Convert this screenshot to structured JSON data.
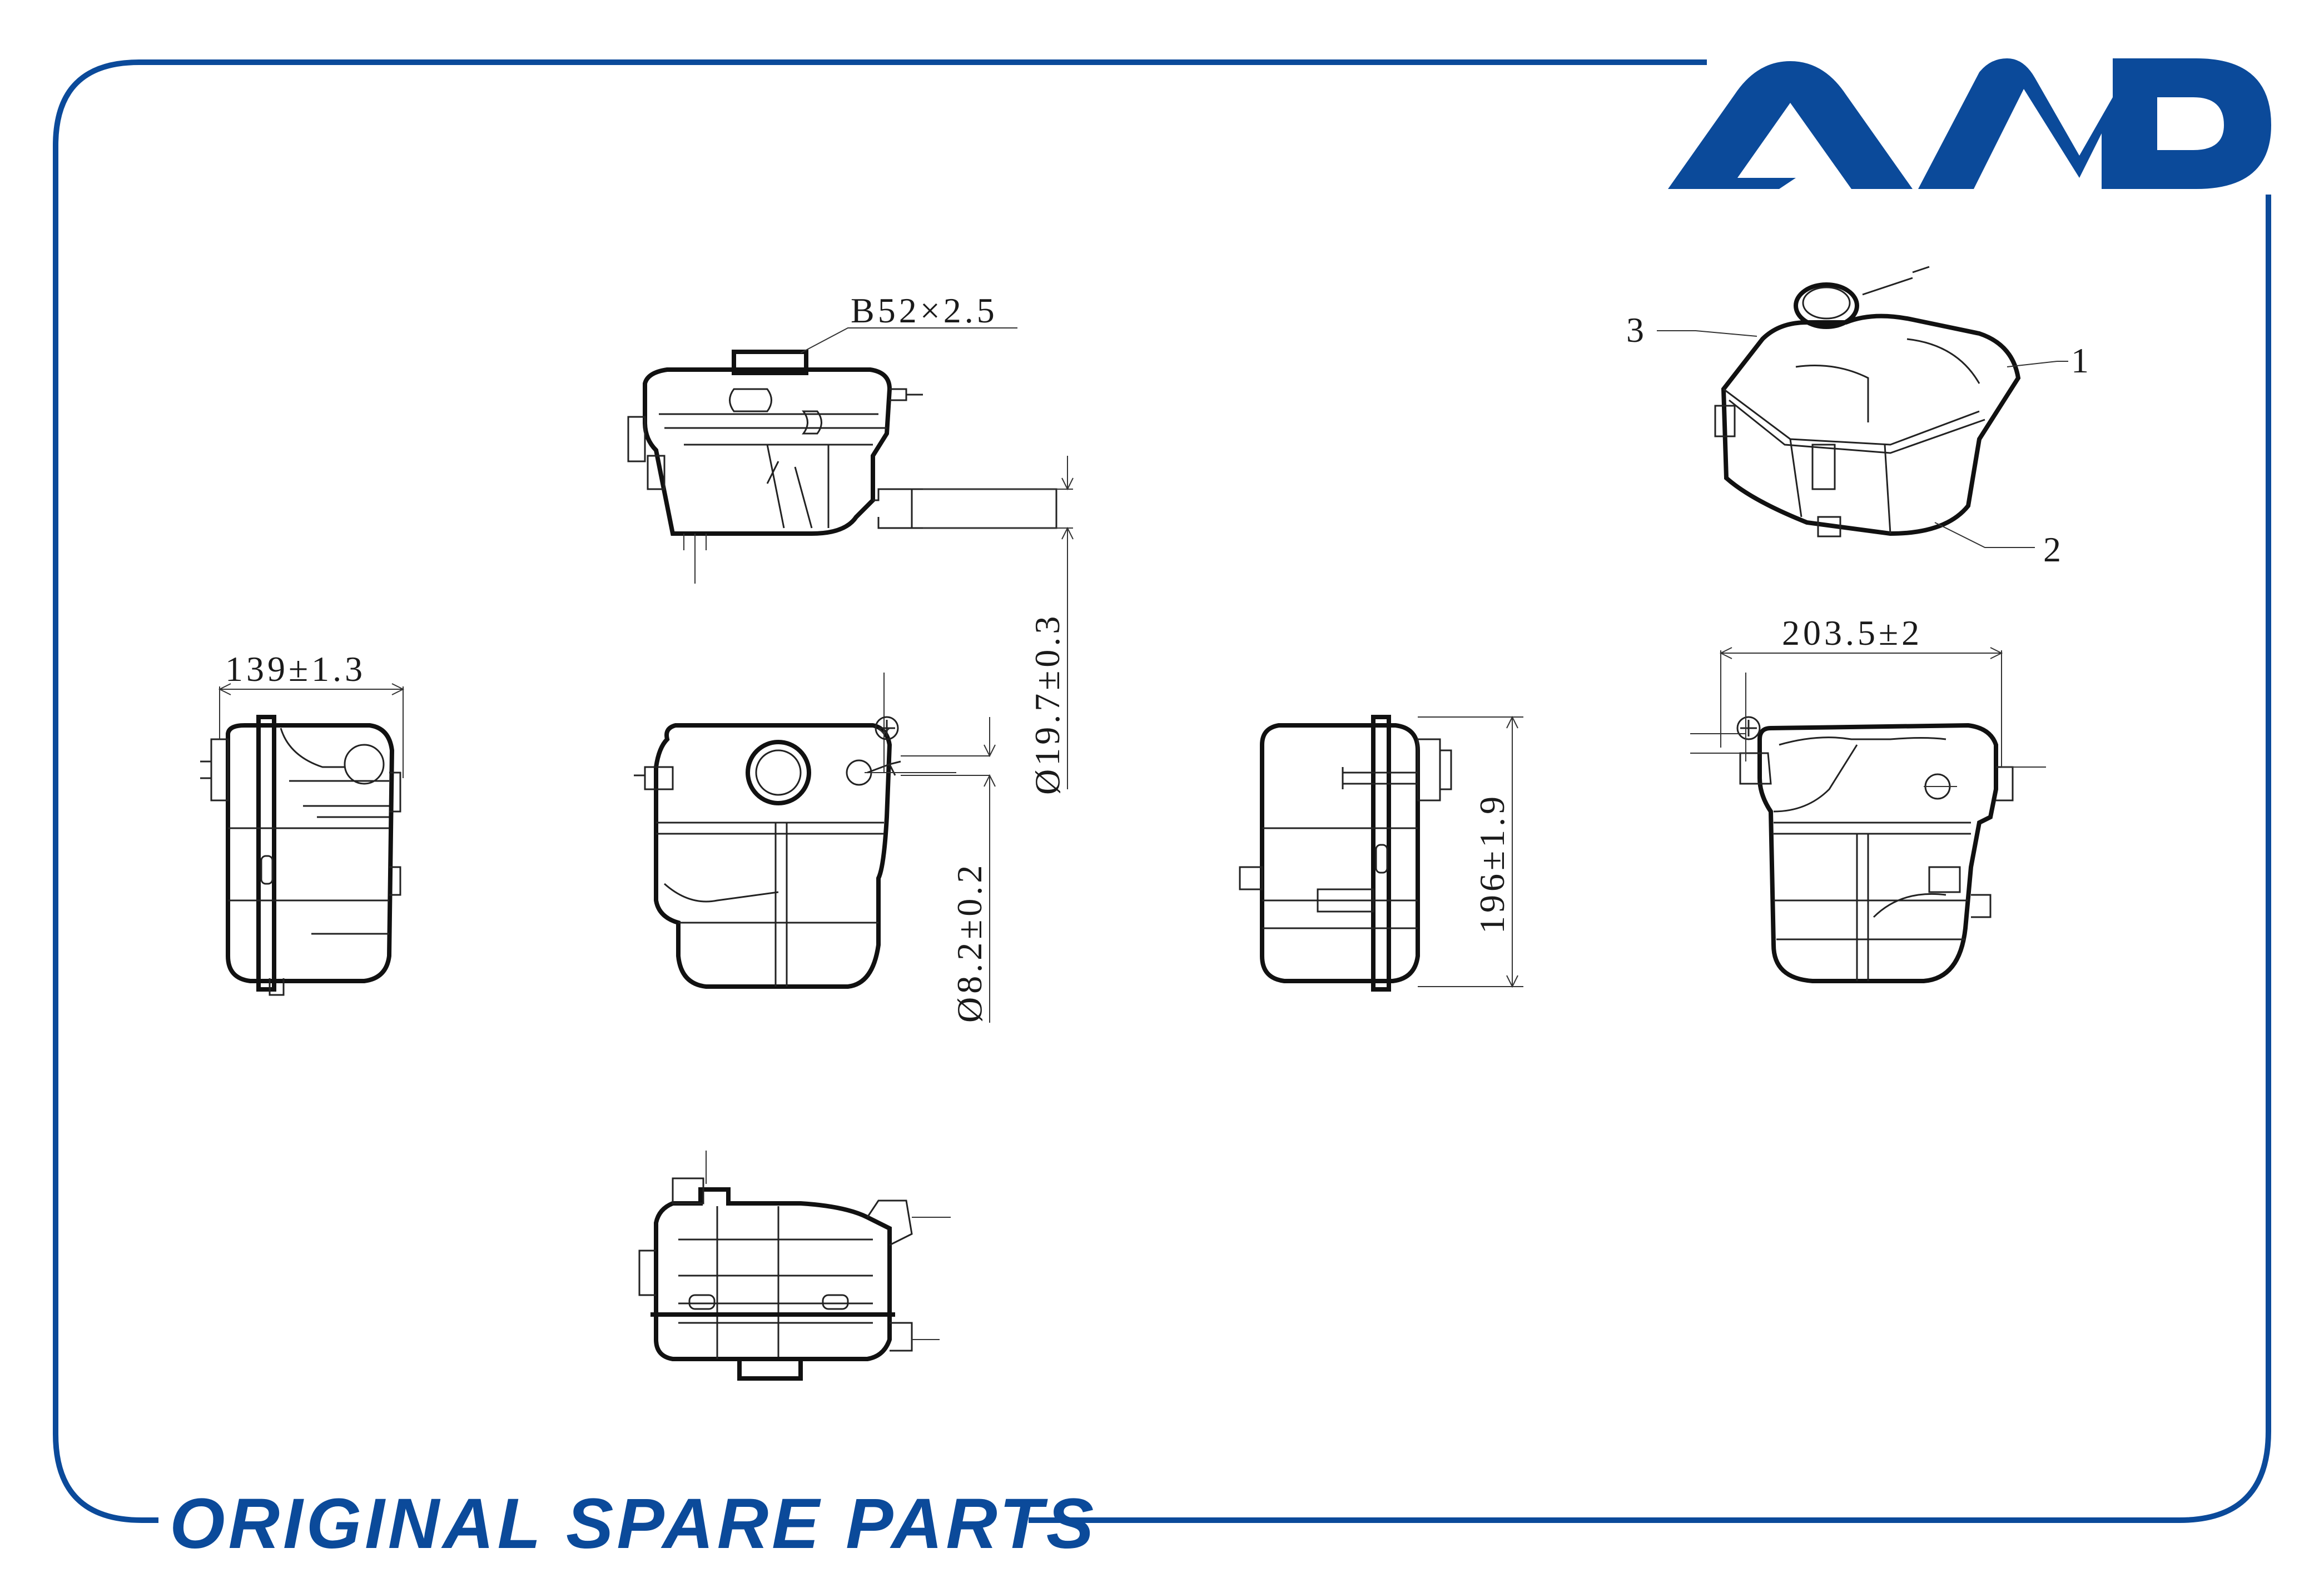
{
  "brand": {
    "logo_text": "AMD",
    "color": "#0b4a9a"
  },
  "footer": {
    "text": "ORIGINAL SPARE PARTS"
  },
  "dimensions": {
    "cap_thread": "B52×2.5",
    "width_side": "139±1.3",
    "port_dia_large": "Ø19.7±0.3",
    "port_dia_small": "Ø8.2±0.2",
    "height": "196±1.9",
    "width_rear": "203.5±2"
  },
  "callouts": {
    "one": "1",
    "two": "2",
    "three": "3"
  }
}
